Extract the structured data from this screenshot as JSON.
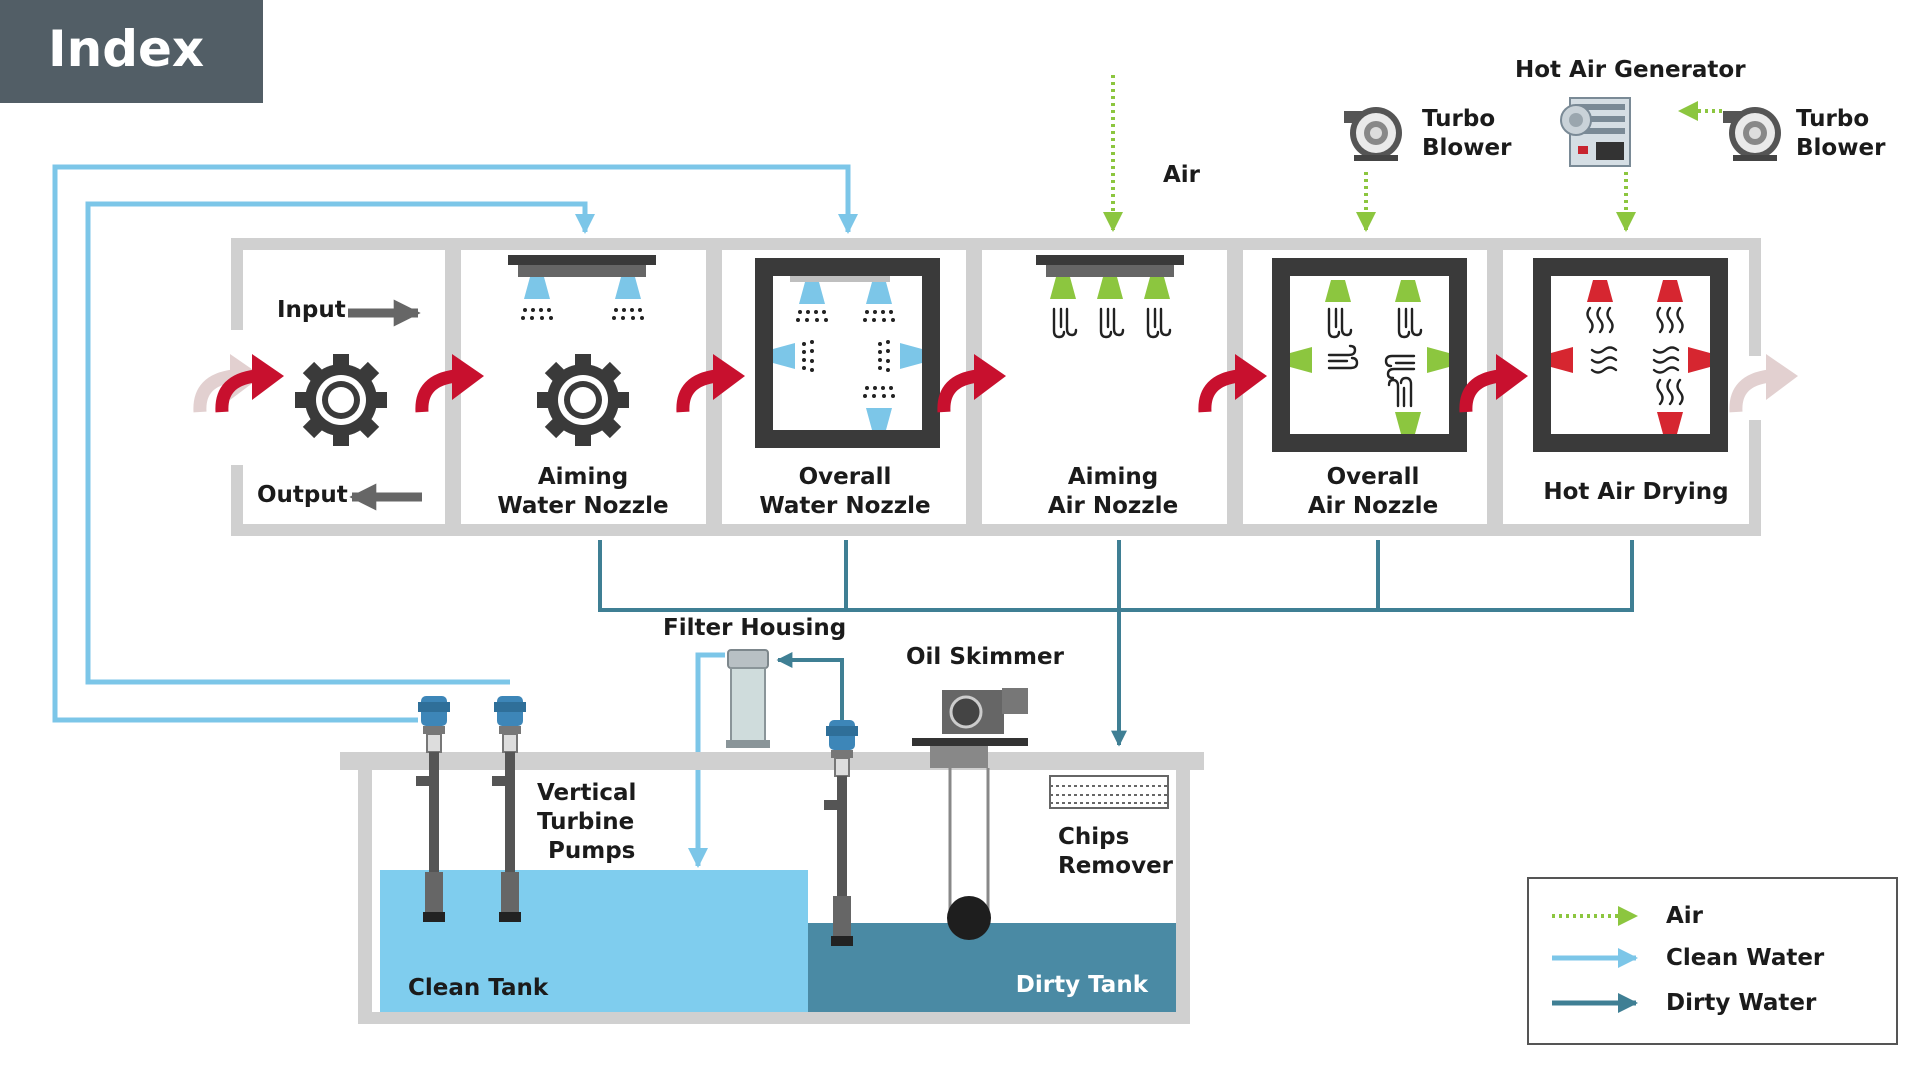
{
  "index_label": "Index",
  "stages": [
    {
      "id": "io",
      "lines": [
        "Input",
        "Output"
      ]
    },
    {
      "id": "aiming-water",
      "lines": [
        "Aiming",
        "Water Nozzle"
      ]
    },
    {
      "id": "overall-water",
      "lines": [
        "Overall",
        "Water Nozzle"
      ]
    },
    {
      "id": "aiming-air",
      "lines": [
        "Aiming",
        "Air Nozzle"
      ]
    },
    {
      "id": "overall-air",
      "lines": [
        "Overall",
        "Air Nozzle"
      ]
    },
    {
      "id": "hot-air-drying",
      "lines": [
        "Hot Air Drying"
      ]
    }
  ],
  "labels": {
    "air": "Air",
    "turbo_blower_1": [
      "Turbo",
      "Blower"
    ],
    "turbo_blower_2": [
      "Turbo",
      "Blower"
    ],
    "hot_air_generator": "Hot Air Generator",
    "filter_housing": "Filter Housing",
    "oil_skimmer": "Oil Skimmer",
    "vertical_turbine_pumps": [
      "Vertical",
      "Turbine",
      "Pumps"
    ],
    "chips_remover": [
      "Chips",
      "Remover"
    ],
    "clean_tank": "Clean Tank",
    "dirty_tank": "Dirty Tank"
  },
  "legend": [
    {
      "label": "Air",
      "style": "dotted",
      "color": "#8cc63f"
    },
    {
      "label": "Clean Water",
      "style": "solid",
      "color": "#7cc6e8"
    },
    {
      "label": "Dirty Water",
      "style": "solid",
      "color": "#3f7f94"
    }
  ],
  "colors": {
    "air": "#8cc63f",
    "clean_water": "#7cc6e8",
    "dirty_water": "#3f7f94",
    "hot_air": "#d62630",
    "transfer_arrow": "#c8102e",
    "frame": "#d0d0d0",
    "badge": "#525e66"
  }
}
